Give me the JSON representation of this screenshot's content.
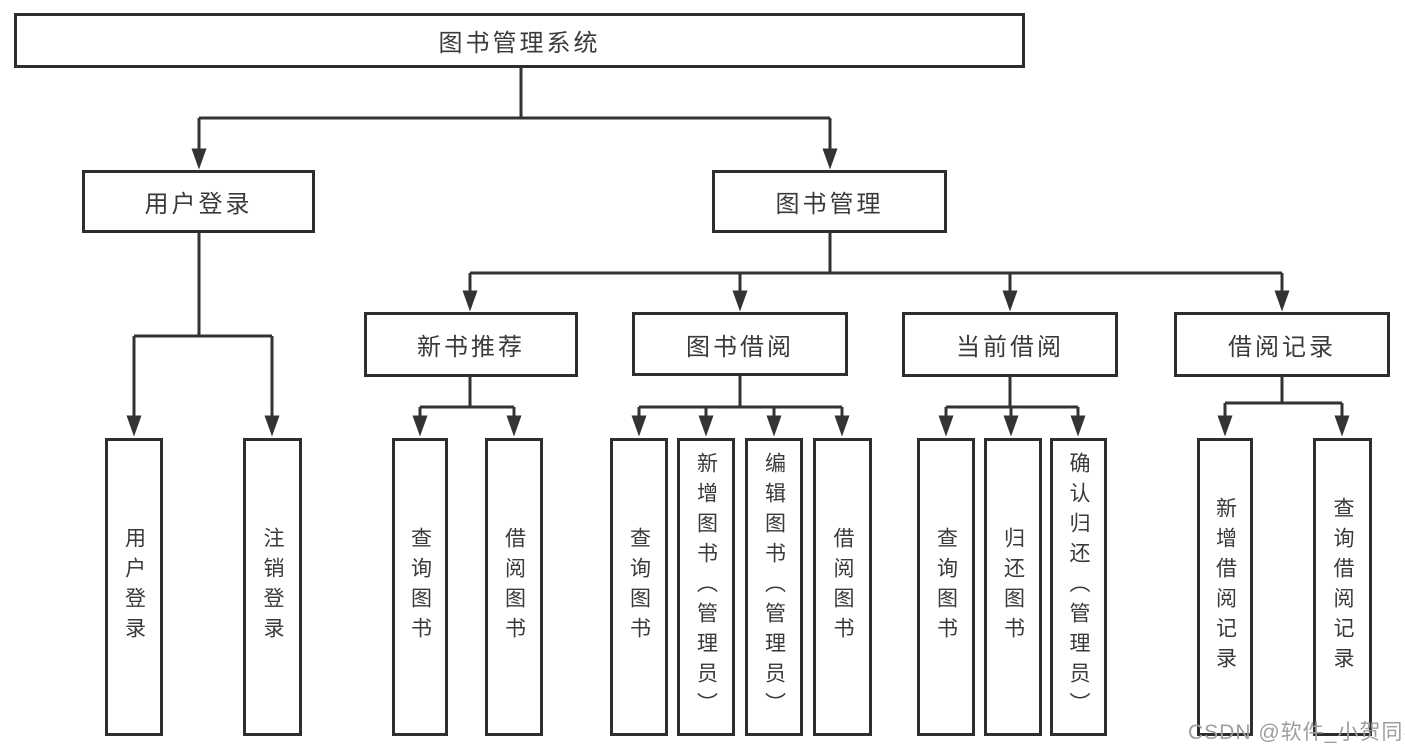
{
  "diagram_title": "图书管理系统",
  "nodes": {
    "root": {
      "id": "library-system",
      "label": "图书管理系统"
    },
    "level2": [
      {
        "id": "user-login",
        "label": "用户登录",
        "parent": "library-system"
      },
      {
        "id": "book-management",
        "label": "图书管理",
        "parent": "library-system"
      }
    ],
    "level3": [
      {
        "id": "new-book-recommend",
        "label": "新书推荐",
        "parent": "book-management"
      },
      {
        "id": "book-borrow",
        "label": "图书借阅",
        "parent": "book-management"
      },
      {
        "id": "current-borrow",
        "label": "当前借阅",
        "parent": "book-management"
      },
      {
        "id": "borrow-records",
        "label": "借阅记录",
        "parent": "book-management"
      }
    ],
    "leaves": [
      {
        "id": "leaf-user-login",
        "label": "用户登录",
        "parent": "user-login"
      },
      {
        "id": "leaf-logout",
        "label": "注销登录",
        "parent": "user-login"
      },
      {
        "id": "leaf-query-books-recommend",
        "label": "查询图书",
        "parent": "new-book-recommend"
      },
      {
        "id": "leaf-borrow-books-recommend",
        "label": "借阅图书",
        "parent": "new-book-recommend"
      },
      {
        "id": "leaf-query-books-borrow",
        "label": "查询图书",
        "parent": "book-borrow"
      },
      {
        "id": "leaf-add-books-admin",
        "label": "新增图书（管理员）",
        "parent": "book-borrow"
      },
      {
        "id": "leaf-edit-books-admin",
        "label": "编辑图书（管理员）",
        "parent": "book-borrow"
      },
      {
        "id": "leaf-borrow-books",
        "label": "借阅图书",
        "parent": "book-borrow"
      },
      {
        "id": "leaf-query-books-current",
        "label": "查询图书",
        "parent": "current-borrow"
      },
      {
        "id": "leaf-return-books",
        "label": "归还图书",
        "parent": "current-borrow"
      },
      {
        "id": "leaf-confirm-return-admin",
        "label": "确认归还（管理员）",
        "parent": "current-borrow"
      },
      {
        "id": "leaf-add-borrow-record",
        "label": "新增借阅记录",
        "parent": "borrow-records"
      },
      {
        "id": "leaf-query-borrow-record",
        "label": "查询借阅记录",
        "parent": "borrow-records"
      }
    ]
  },
  "watermark": {
    "text": "CSDN @软件_小贺同学"
  },
  "colors": {
    "line": "#333333",
    "box_border": "#2e2e2e",
    "text": "#3a3a3a",
    "watermark": "#9e9e9e",
    "background": "#ffffff"
  }
}
